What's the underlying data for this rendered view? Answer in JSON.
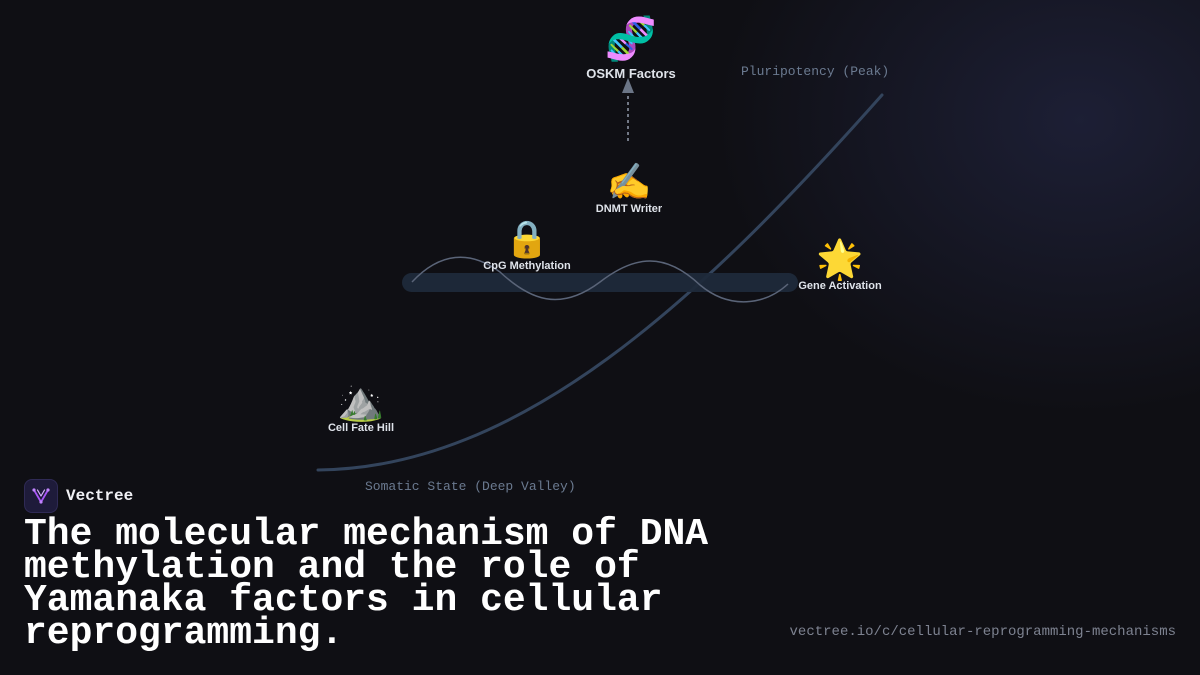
{
  "diagram": {
    "nodes": {
      "oskm": {
        "icon": "dna-icon",
        "glyph": "🧬",
        "label": "OSKM Factors"
      },
      "dnmt": {
        "icon": "writing-hand-icon",
        "glyph": "✍️",
        "label": "DNMT Writer"
      },
      "cpg": {
        "icon": "lock-icon",
        "glyph": "🔒",
        "label": "CpG Methylation"
      },
      "gene": {
        "icon": "star-icon",
        "glyph": "🌟",
        "label": "Gene Activation"
      },
      "hill": {
        "icon": "mountain-icon",
        "glyph": "⛰️",
        "label": "Cell Fate Hill"
      }
    },
    "labels": {
      "peak": "Pluripotency (Peak)",
      "valley": "Somatic State (Deep Valley)"
    }
  },
  "brand": {
    "name": "Vectree",
    "logo_icon": "vectree-logo-icon"
  },
  "headline": "The molecular mechanism of DNA methylation and the role of Yamanaka factors in cellular reprogramming.",
  "url": "vectree.io/c/cellular-reprogramming-mechanisms",
  "colors": {
    "background": "#0f0f14",
    "curve": "#33445c",
    "track": "#1f2a3a",
    "wave": "#5a6478",
    "muted_text": "#6b7a90"
  }
}
